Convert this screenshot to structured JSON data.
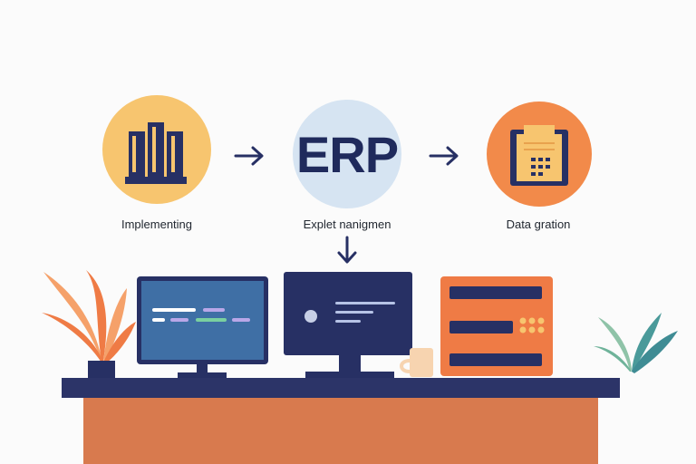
{
  "steps": [
    {
      "label": "Implementing",
      "icon": "server-rack-icon"
    },
    {
      "label": "ERP",
      "caption": "Explet nanigmen",
      "icon": "erp-badge-icon"
    },
    {
      "label": "Data gration",
      "icon": "document-panel-icon"
    }
  ],
  "colors": {
    "background": "#fbfbfb",
    "navy": "#273064",
    "orange": "#ef7b45",
    "desk_top": "#2c3468",
    "desk_body": "#d87a4e",
    "circle_yellow": "#f7c56f",
    "circle_blue": "#d6e4f2",
    "circle_orange": "#f28a4a",
    "plant_orange": "#ef7b45",
    "plant_teal": "#4a9a9a"
  }
}
